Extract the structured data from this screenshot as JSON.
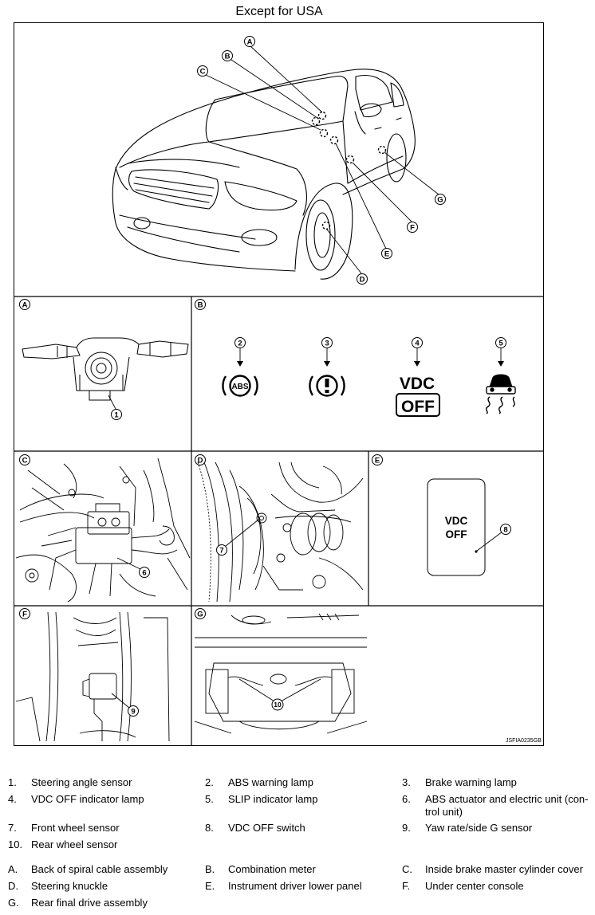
{
  "title": "Except for USA",
  "reference_code": "JSFIA0235GB",
  "panel_letters": [
    "A",
    "B",
    "C",
    "D",
    "E",
    "F",
    "G"
  ],
  "overview_callouts": [
    "A",
    "B",
    "C",
    "D",
    "E",
    "F",
    "G"
  ],
  "component_numbers": [
    "1",
    "2",
    "3",
    "4",
    "5",
    "6",
    "7",
    "8",
    "9",
    "10"
  ],
  "lamp_texts": {
    "abs": "ABS",
    "vdc_top": "VDC",
    "vdc_bottom": "OFF"
  },
  "switch_text": {
    "line1": "VDC",
    "line2": "OFF"
  },
  "legend_numbered": [
    {
      "num": "1.",
      "text": "Steering angle sensor"
    },
    {
      "num": "2.",
      "text": "ABS warning lamp"
    },
    {
      "num": "3.",
      "text": "Brake warning lamp"
    },
    {
      "num": "4.",
      "text": "VDC OFF indicator lamp"
    },
    {
      "num": "5.",
      "text": "SLIP indicator lamp"
    },
    {
      "num": "6.",
      "text": "ABS actuator and electric unit (con-"
    },
    {
      "num": "",
      "text": "trol unit)"
    },
    {
      "num": "7.",
      "text": "Front wheel sensor"
    },
    {
      "num": "8.",
      "text": "VDC OFF switch"
    },
    {
      "num": "9.",
      "text": "Yaw rate/side G sensor"
    },
    {
      "num": "10.",
      "text": "Rear wheel sensor"
    }
  ],
  "legend_lettered": [
    {
      "num": "A.",
      "text": "Back of spiral cable assembly"
    },
    {
      "num": "B.",
      "text": "Combination meter"
    },
    {
      "num": "C.",
      "text": "Inside brake master cylinder cover"
    },
    {
      "num": "D.",
      "text": "Steering knuckle"
    },
    {
      "num": "E.",
      "text": "Instrument driver lower panel"
    },
    {
      "num": "F.",
      "text": "Under center console"
    },
    {
      "num": "G.",
      "text": "Rear final drive assembly"
    }
  ]
}
